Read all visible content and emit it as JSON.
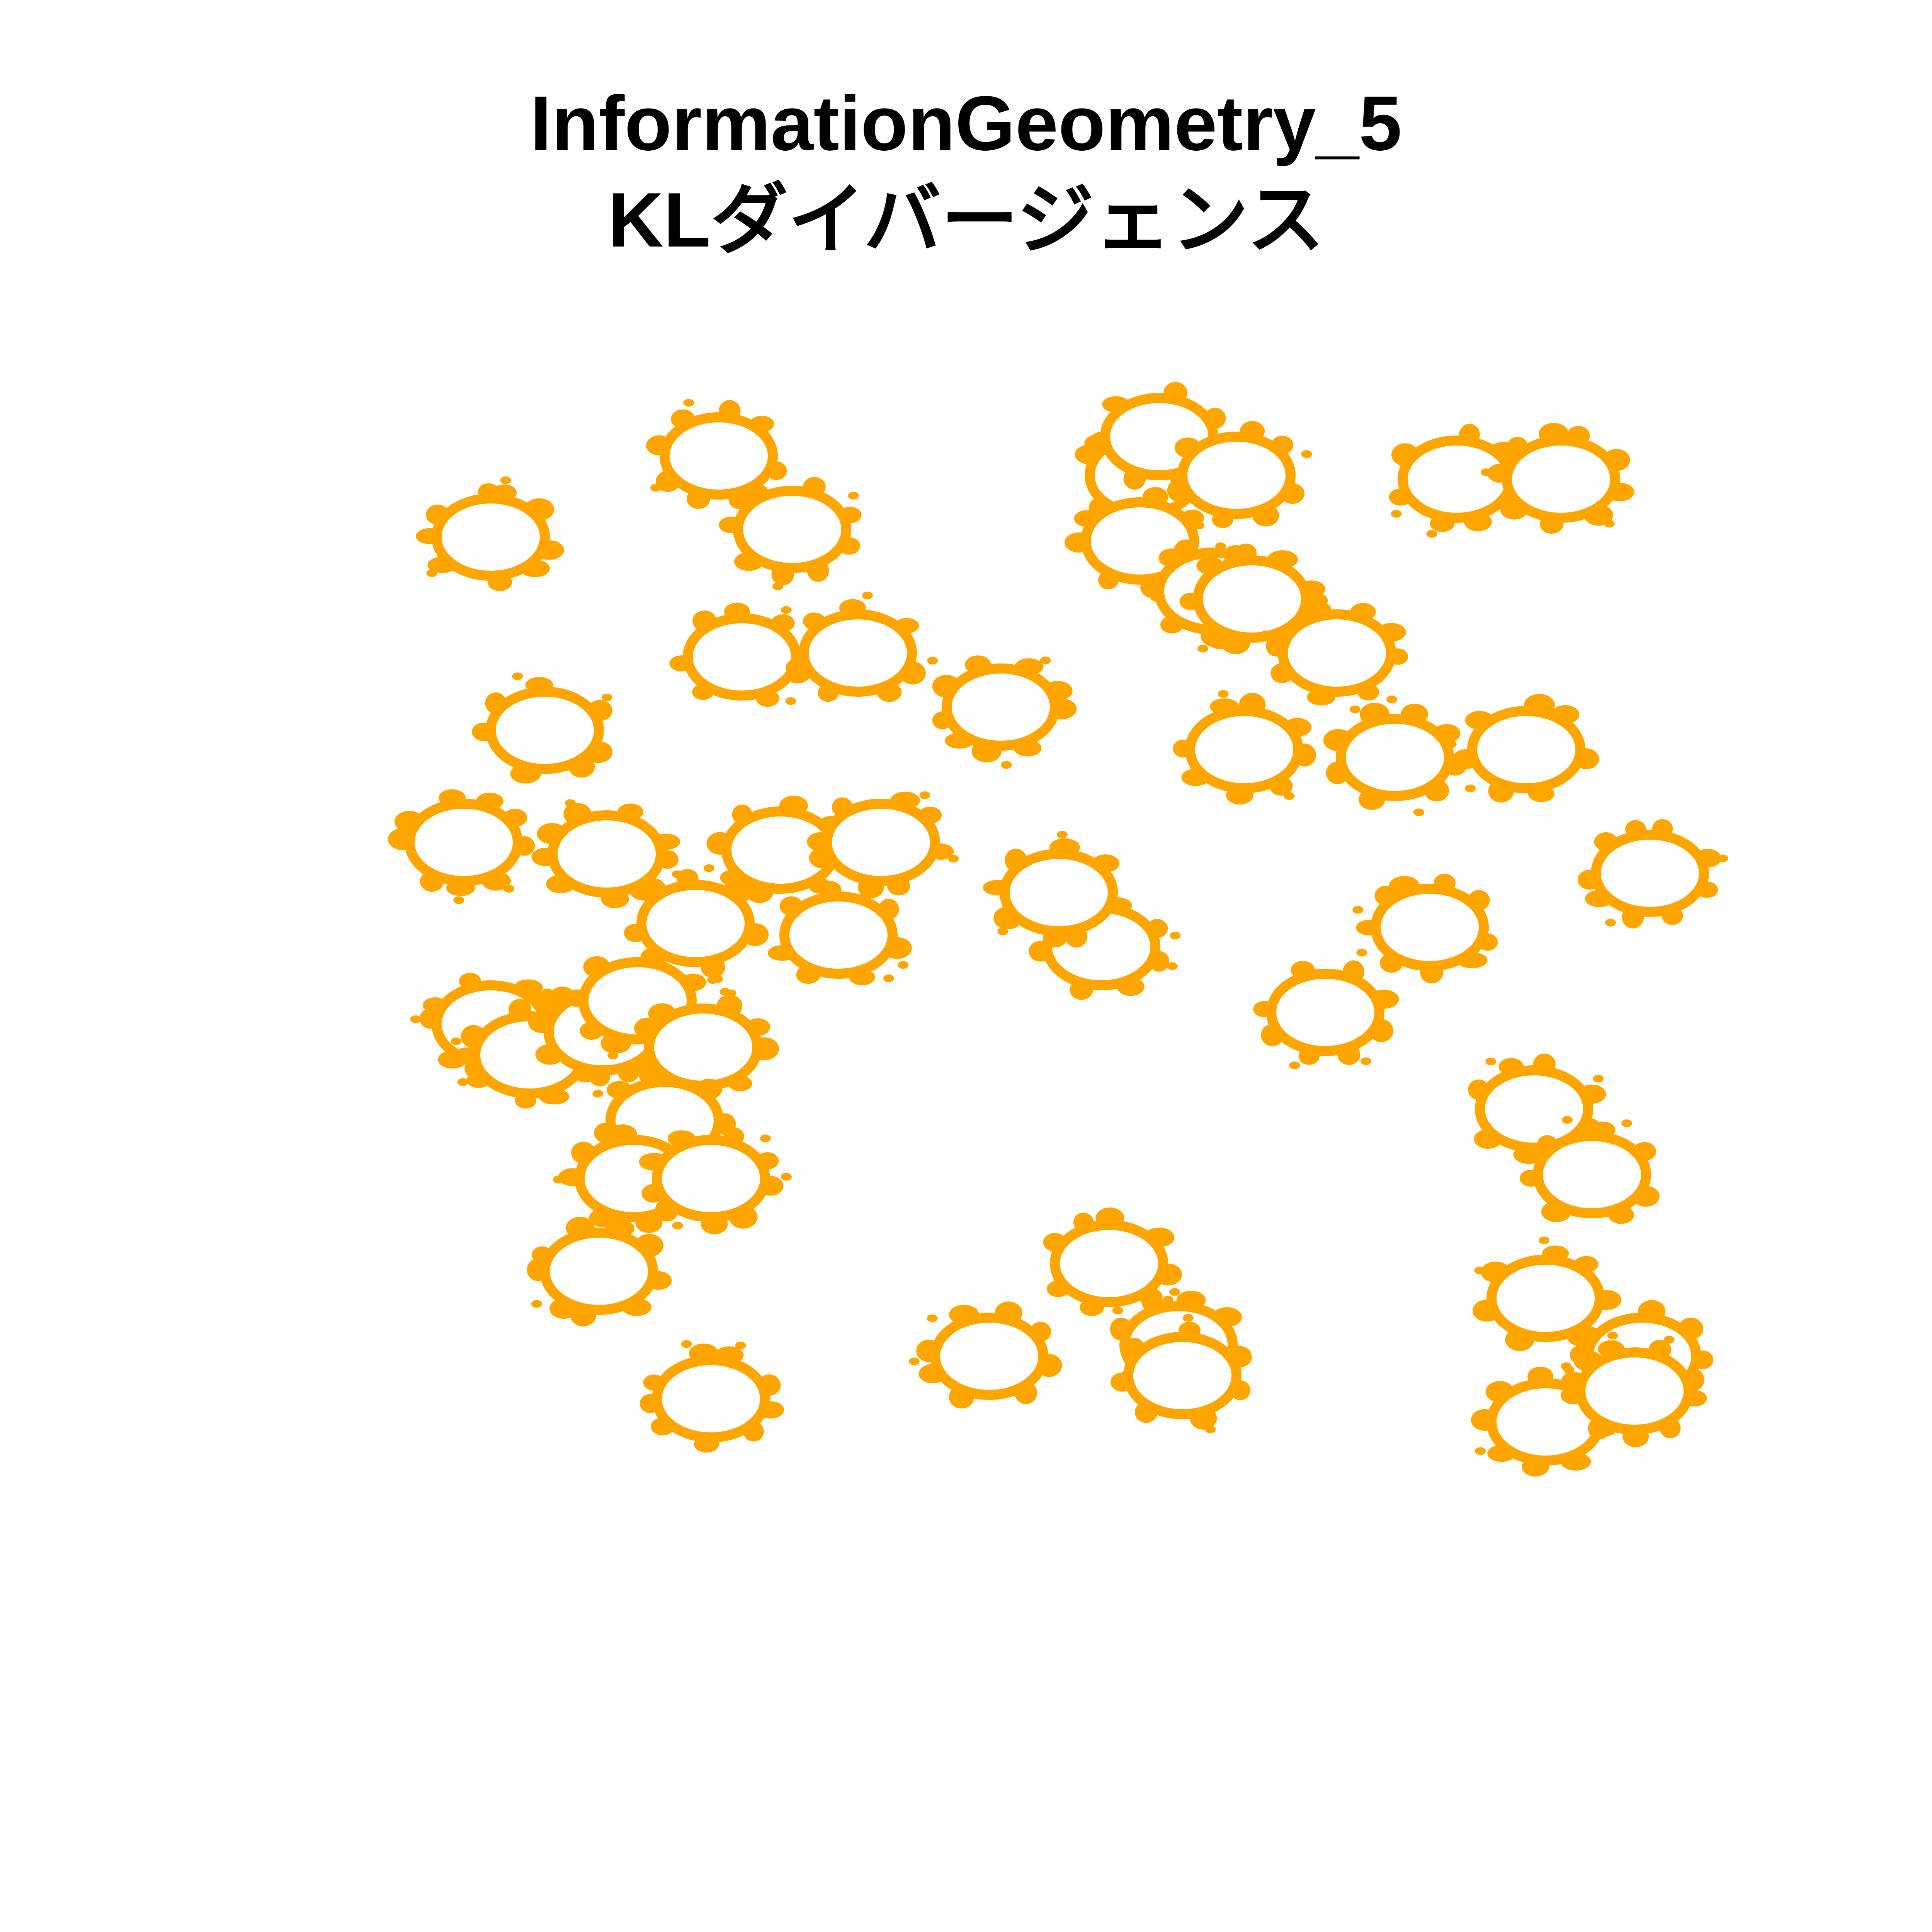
{
  "title": {
    "line1": "InformationGeometry_5",
    "line2": "KLダイバージェンス"
  },
  "style": {
    "background": "#ffffff",
    "blob_color": "#FFA500",
    "title_color": "#000000"
  },
  "motif": {
    "shape": "ring-with-bumps",
    "icon": "flower-ring-icon"
  }
}
